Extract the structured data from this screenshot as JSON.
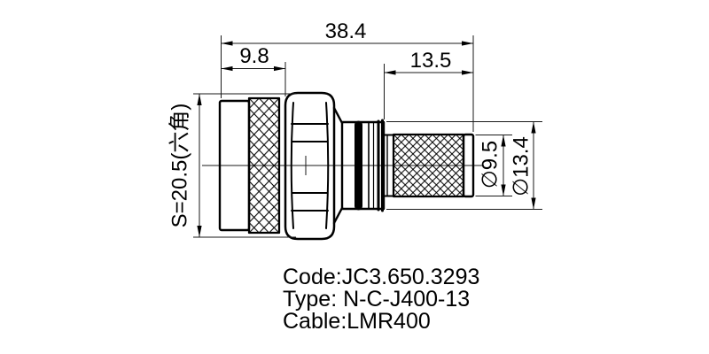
{
  "drawing": {
    "dimensions": {
      "overall_length": "38.4",
      "front_section_length": "9.8",
      "crimp_section_length": "13.5",
      "hex_across_flats": "S=20.5(六角)",
      "crimp_sleeve_diameter": "∅9.5",
      "body_diameter": "∅13.4"
    },
    "title_block": {
      "code": "Code:JC3.650.3293",
      "type": "Type: N-C-J400-13",
      "cable": "Cable:LMR400"
    },
    "colors": {
      "line": "#000000",
      "background": "#ffffff"
    }
  }
}
